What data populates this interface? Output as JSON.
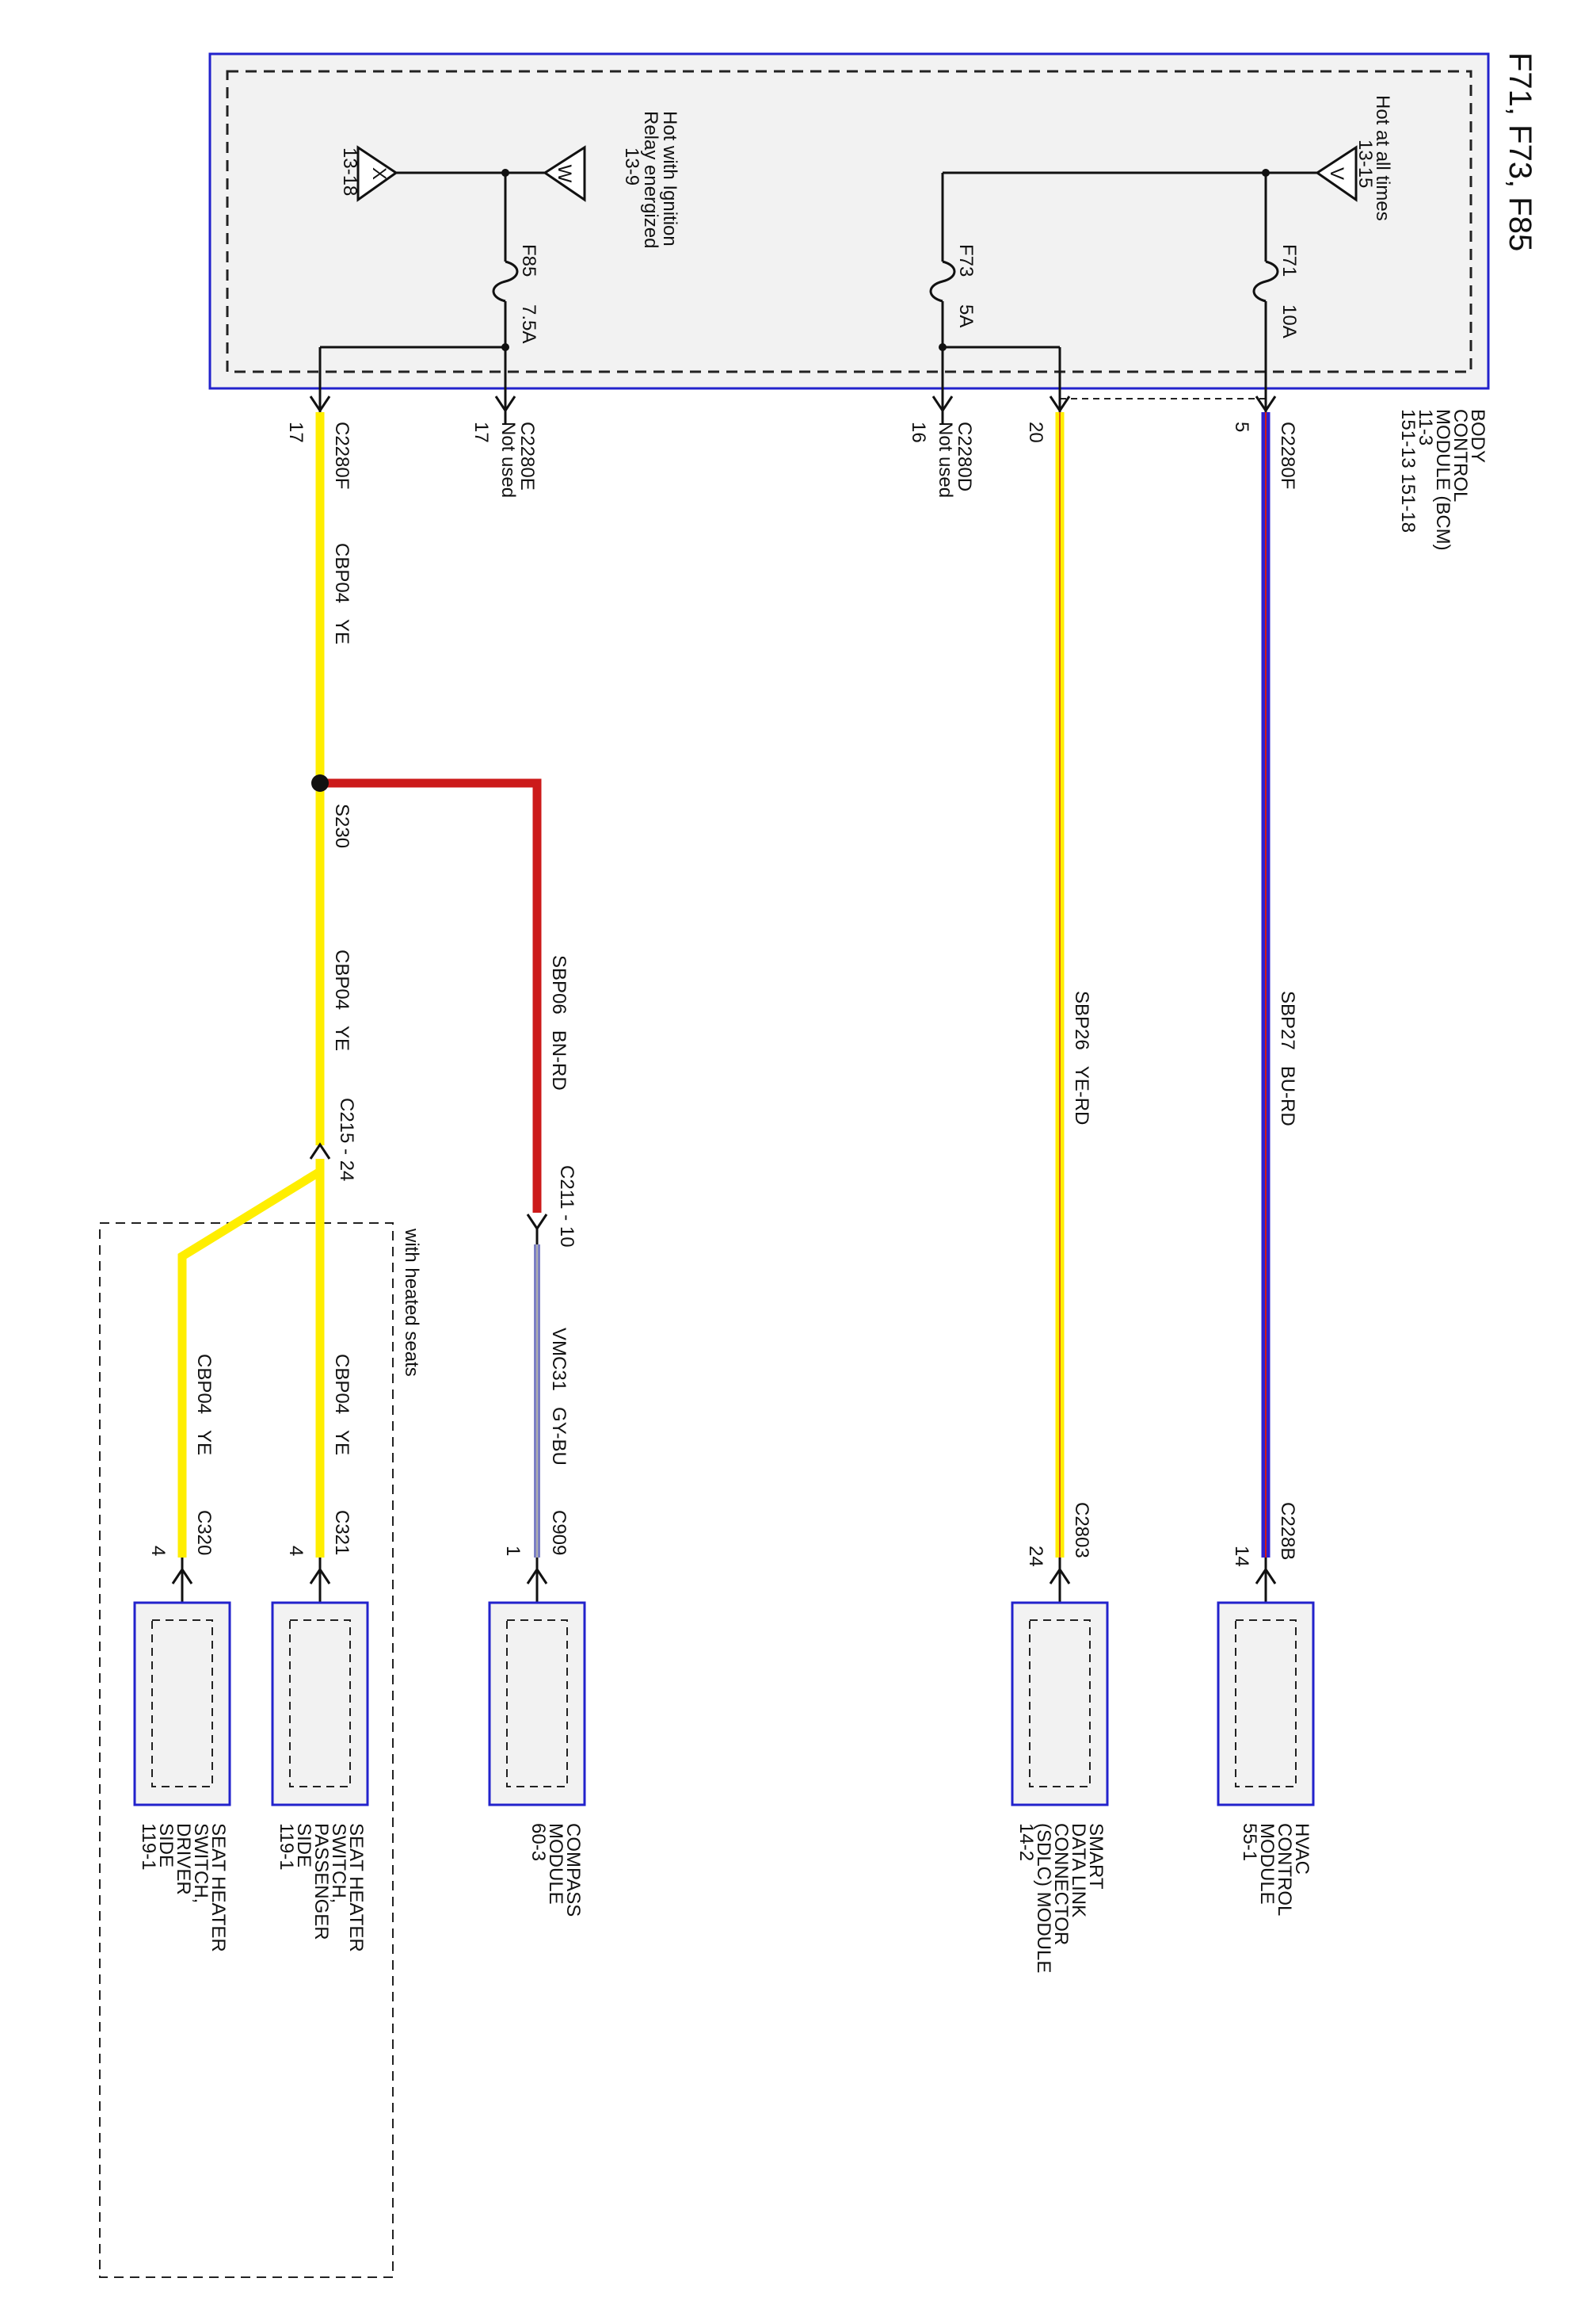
{
  "title": "F71, F73, F85",
  "bcm": {
    "name_lines": [
      "BODY",
      "CONTROL",
      "MODULE (BCM)",
      "11-3",
      "151-13     151-18"
    ]
  },
  "sources": {
    "v": {
      "letter": "V",
      "label": "Hot at all times",
      "ref": "13-15"
    },
    "w": {
      "letter": "W",
      "label_line1": "Hot with Ignition",
      "label_line2": "Relay energized",
      "ref": "13-9"
    },
    "x": {
      "letter": "X",
      "ref": "13-18"
    }
  },
  "fuses": {
    "f71": {
      "name": "F71",
      "rating": "10A"
    },
    "f73": {
      "name": "F73",
      "rating": "5A"
    },
    "f85": {
      "name": "F85",
      "rating": "7.5A"
    }
  },
  "pins": {
    "p5": {
      "connector": "C2280F",
      "pin": "5"
    },
    "p20": {
      "pin": "20"
    },
    "p16": {
      "connector": "C2280D",
      "pin": "16",
      "note": "Not used"
    },
    "p17e": {
      "connector": "C2280E",
      "pin": "17",
      "note": "Not used"
    },
    "p17f": {
      "connector": "C2280F",
      "pin": "17"
    }
  },
  "wires": {
    "sbp27": {
      "circuit": "SBP27",
      "color_code": "BU-RD",
      "stroke": "#2e1fcf",
      "tracer": "#d01818"
    },
    "sbp26": {
      "circuit": "SBP26",
      "color_code": "YE-RD",
      "stroke": "#ffee00",
      "tracer": "#d01818"
    },
    "sbp06": {
      "circuit": "SBP06",
      "color_code": "BN-RD",
      "stroke": "#cc1a1a"
    },
    "vmc31": {
      "circuit": "VMC31",
      "color_code": "GY-BU",
      "stroke": "#7b7fc4"
    },
    "cbp04_a": {
      "circuit": "CBP04",
      "color_code": "YE",
      "stroke": "#ffee00"
    },
    "cbp04_b": {
      "circuit": "CBP04",
      "color_code": "YE"
    },
    "cbp04_c": {
      "circuit": "CBP04",
      "color_code": "YE"
    },
    "cbp04_d": {
      "circuit": "CBP04",
      "color_code": "YE"
    }
  },
  "splice": {
    "name": "S230"
  },
  "inline": {
    "c215": {
      "text": "C215  -  24"
    },
    "c211": {
      "text": "C211  -  10"
    }
  },
  "option_label": "with heated seats",
  "destinations": {
    "hvac": {
      "connector": "C228B",
      "pin": "14",
      "name_lines": [
        "HVAC",
        "CONTROL",
        "MODULE",
        "55-1"
      ]
    },
    "sdlc": {
      "connector": "C2803",
      "pin": "24",
      "name_lines": [
        "SMART",
        "DATA LINK",
        "CONNECTOR",
        "(SDLC) MODULE",
        "14-2"
      ]
    },
    "compass": {
      "connector": "C909",
      "pin": "1",
      "name_lines": [
        "COMPASS",
        "MODULE",
        "60-3"
      ]
    },
    "seat_pass": {
      "connector": "C321",
      "pin": "4",
      "name_lines": [
        "SEAT HEATER",
        "SWITCH,",
        "PASSENGER",
        "SIDE",
        "119-1"
      ]
    },
    "seat_drv": {
      "connector": "C320",
      "pin": "4",
      "name_lines": [
        "SEAT HEATER",
        "SWITCH,",
        "DRIVER",
        "SIDE",
        "119-1"
      ]
    }
  }
}
